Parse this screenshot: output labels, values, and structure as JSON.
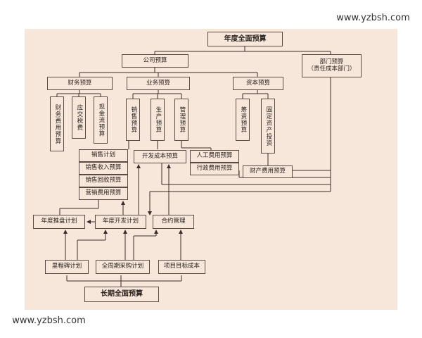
{
  "watermark": {
    "top_right": "www.yzbsh.com",
    "bottom_left": "www.yzbsh.com"
  },
  "nodes": {
    "annual": "年度全面预算",
    "company": "公司预算",
    "dept": "部门预算\n（责任成本部门）",
    "finance": "财务预算",
    "business": "业务预算",
    "capital": "资本预算",
    "fin_cost": "财务费用预算",
    "tax": "应交税费",
    "cashflow": "现金流预算",
    "sales": "销售预算",
    "production": "生产预算",
    "mgmt": "管理预算",
    "raise": "筹资预算",
    "fixed": "固定资产投资",
    "sales_plan": "销售计划",
    "sales_income": "销售收入预算",
    "sales_collect": "销售回款预算",
    "marketing": "营销费用预算",
    "dev_cost": "开发成本预算",
    "labor": "人工费用预算",
    "admin": "行政费用预算",
    "property": "财产费用预算",
    "annual_sales": "年度推盘计划",
    "annual_dev": "年度开发计划",
    "contract": "合约管理",
    "milestone": "里程碑计划",
    "procurement": "全周期采购计划",
    "target_cost": "项目目标成本",
    "longterm": "长期全面预算"
  }
}
